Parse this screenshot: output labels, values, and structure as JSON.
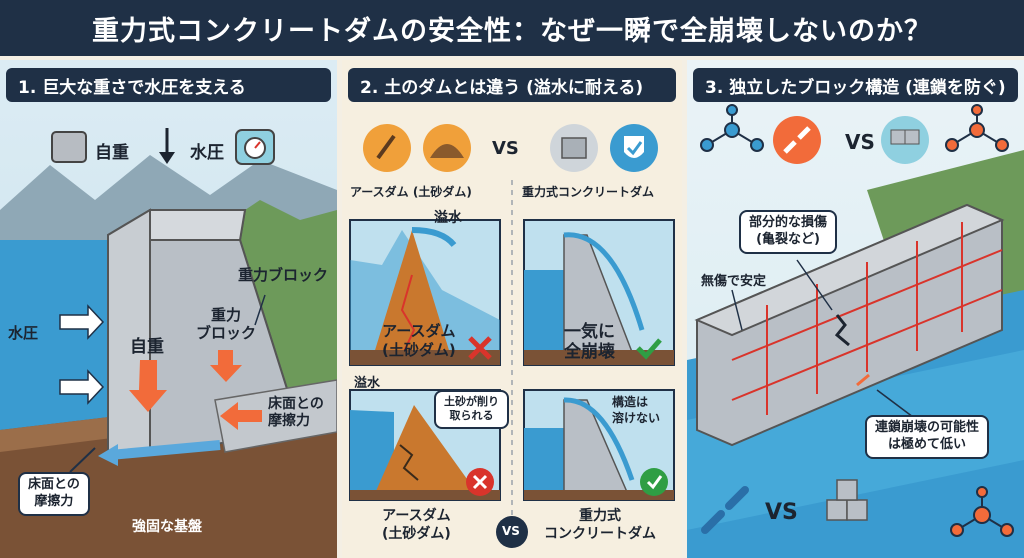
{
  "title": "重力式コンクリートダムの安全性：なぜ一瞬で全崩壊しないのか？",
  "panel1": {
    "heading": "1. 巨大な重さで水圧を支える",
    "self_weight_top": "自重",
    "water_pressure_top": "水圧",
    "gravity_block_label": "重力ブロック",
    "gravity_block_inner": "重力\nブロック",
    "water_pressure_side": "水圧",
    "self_weight_body": "自重",
    "friction_right": "床面との\n摩擦力",
    "friction_callout": "床面との\n摩擦力",
    "bedrock": "強固な基盤"
  },
  "panel2": {
    "heading": "2. 土のダムとは違う (溢水に耐える)",
    "vs_top": "VS",
    "earth_dam_label": "アースダム (土砂ダム)",
    "gravity_dam_label": "重力式コンクリートダム",
    "overflow_1": "溢水",
    "earth_dam_result": "アースダム\n(土砂ダム)",
    "total_collapse": "一気に\n全崩壊",
    "overflow_2": "溢水",
    "soil_scour": "土砂が削り\n取られる",
    "structure_intact": "構造は\n溶けない",
    "earth_dam_bottom": "アースダム\n(土砂ダム)",
    "vs_bottom": "VS",
    "gravity_dam_bottom": "重力式\nコンクリートダム"
  },
  "panel3": {
    "heading": "3. 独立したブロック構造 (連鎖を防ぐ)",
    "vs_top": "VS",
    "partial_damage": "部分的な損傷\n(亀裂など)",
    "undamaged": "無傷で安定",
    "chain_low": "連鎖崩壊の可能性\nは極めて低い",
    "vs_bottom": "VS"
  },
  "colors": {
    "navy": "#1f3046",
    "orange_arrow": "#f26b3a",
    "water": "#3a9bd0",
    "green_check": "#2f9e44",
    "red_x": "#d9342b",
    "soil": "#c9782e",
    "concrete": "#b9bfc6"
  },
  "icons": [
    "concrete-block-icon",
    "down-arrow-icon",
    "scale-icon",
    "shovel-icon",
    "soil-pile-icon",
    "shield-check-icon",
    "network-icon",
    "broken-chain-icon",
    "blocks-icon"
  ]
}
